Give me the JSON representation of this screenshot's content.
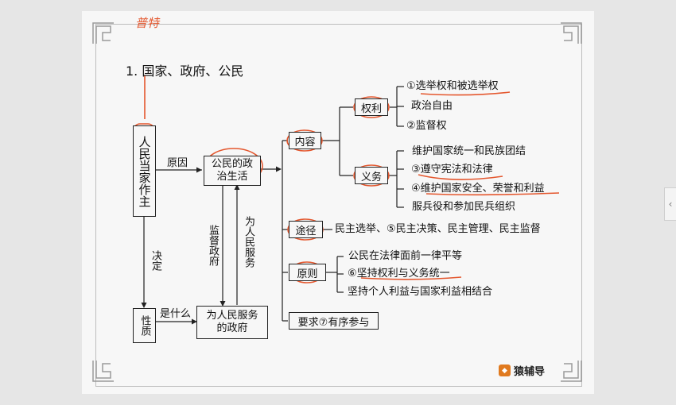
{
  "annotation": {
    "handwritten": "普特"
  },
  "title": "1. 国家、政府、公民",
  "nodes": {
    "people": "人民当家作主",
    "political_life": "公民的政治生活",
    "nature": "性质",
    "govt": "为人民服务的政府",
    "content": "内容",
    "rights": "权利",
    "duties": "义务",
    "path": "途径",
    "principle": "原则",
    "requirement": "要求⑦有序参与"
  },
  "labels": {
    "cause": "原因",
    "decide": "决定",
    "what_is": "是什么",
    "supervise": "监督政府",
    "serve": "为人民服务"
  },
  "rights_items": [
    "①选举权和被选举权",
    "政治自由",
    "②监督权"
  ],
  "duty_items": [
    "维护国家统一和民族团结",
    "③遵守宪法和法律",
    "④维护国家安全、荣誉和利益",
    "服兵役和参加民兵组织"
  ],
  "path_text": "民主选举、⑤民主决策、民主管理、民主监督",
  "principle_items": [
    "公民在法律面前一律平等",
    "⑥坚持权利与义务统一",
    "坚持个人利益与国家利益相结合"
  ],
  "brand": "猿辅导"
}
